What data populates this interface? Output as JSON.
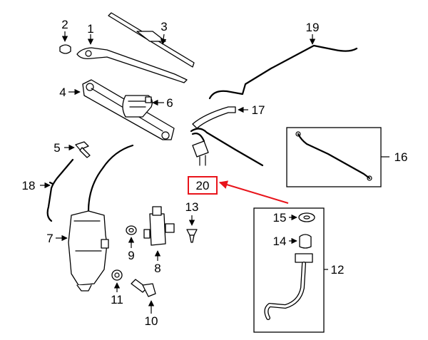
{
  "callouts": {
    "c1": "1",
    "c2": "2",
    "c3": "3",
    "c4": "4",
    "c5": "5",
    "c6": "6",
    "c7": "7",
    "c8": "8",
    "c9": "9",
    "c10": "10",
    "c11": "11",
    "c12": "12",
    "c13": "13",
    "c14": "14",
    "c15": "15",
    "c16": "16",
    "c17": "17",
    "c18": "18",
    "c19": "19",
    "c20": "20"
  },
  "colors": {
    "highlight": "#e8141b",
    "ink": "#000000",
    "background": "#ffffff"
  }
}
